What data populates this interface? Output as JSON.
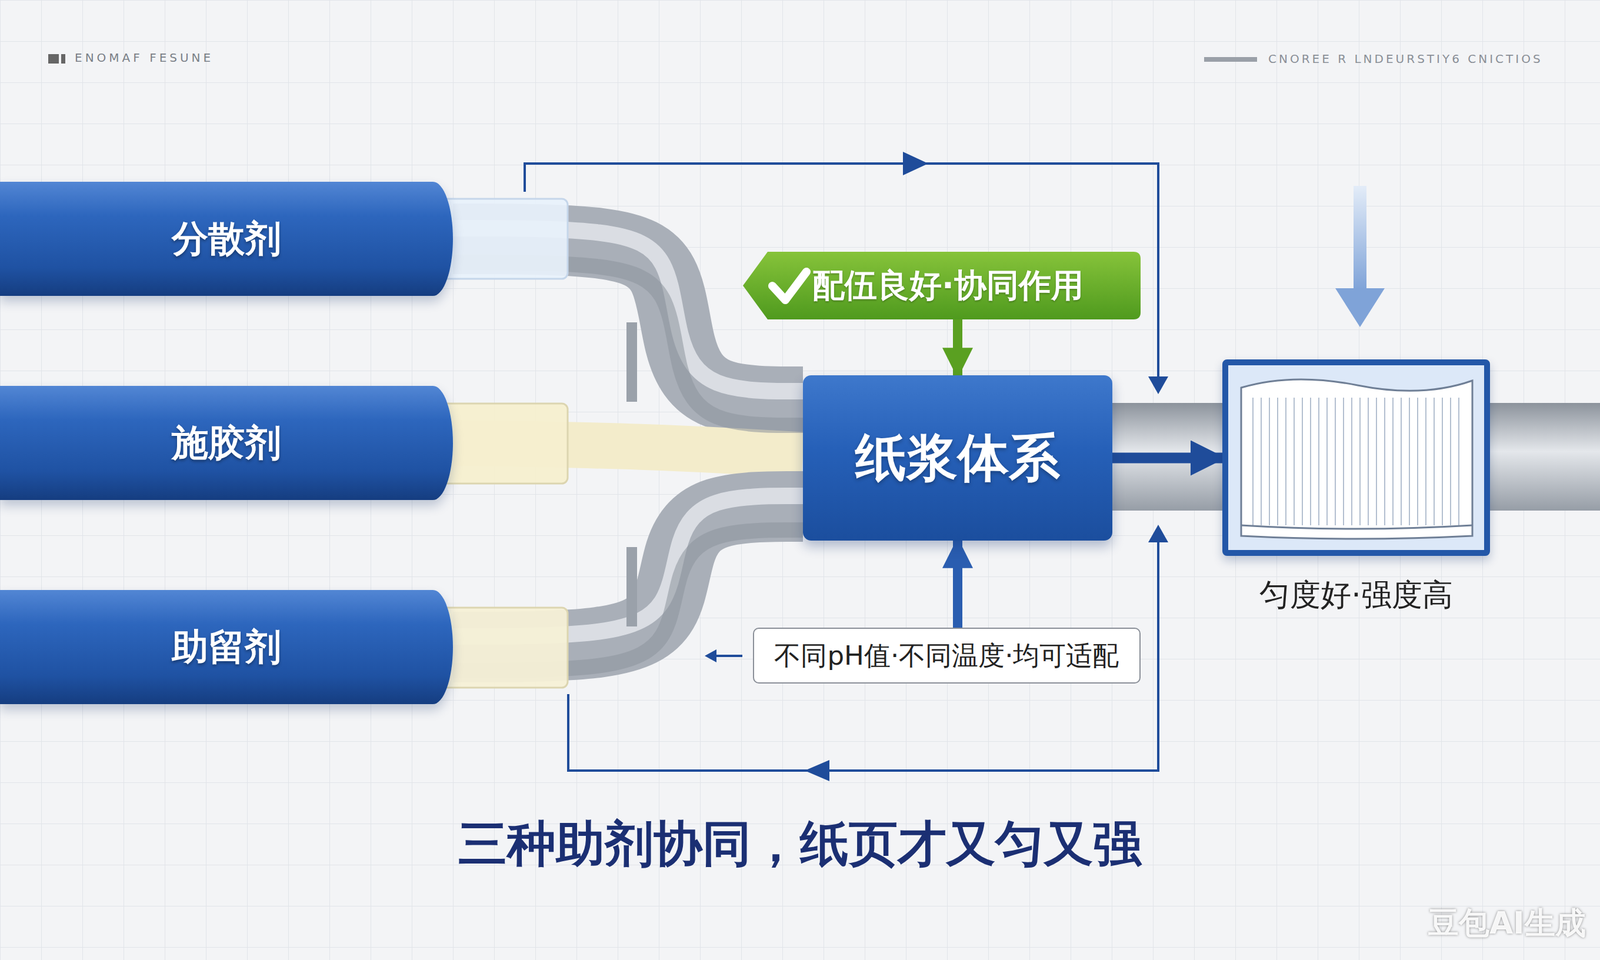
{
  "diagram": {
    "caption": "三种助剂协同，纸页才又匀又强",
    "nodes": [
      {
        "text": [
          "分散剂"
        ]
      },
      {
        "text": [
          "施胶剂"
        ]
      },
      {
        "text": [
          "助留剂"
        ]
      },
      {
        "text": [
          "配伍良好·协同作用"
        ]
      },
      {
        "text": [
          "纸浆体系"
        ]
      },
      {
        "text": [
          "不同pH值·不同温度·均可适配"
        ]
      },
      {
        "text": [
          "匀度好·强度高"
        ]
      }
    ],
    "edges": [
      {
        "from": 0,
        "to": 4,
        "arrow": "none"
      },
      {
        "from": 1,
        "to": 4,
        "arrow": "none"
      },
      {
        "from": 2,
        "to": 4,
        "arrow": "none"
      },
      {
        "from": 3,
        "to": 4,
        "arrow": "to"
      },
      {
        "from": 5,
        "to": 4,
        "arrow": "to"
      },
      {
        "from": 4,
        "to": 6,
        "arrow": "to"
      }
    ],
    "labels": [
      "ENOMAF FESUNE",
      "CNOREE R LNDEURSTIY6 CNICTIOS",
      "豆包AI生成"
    ]
  }
}
